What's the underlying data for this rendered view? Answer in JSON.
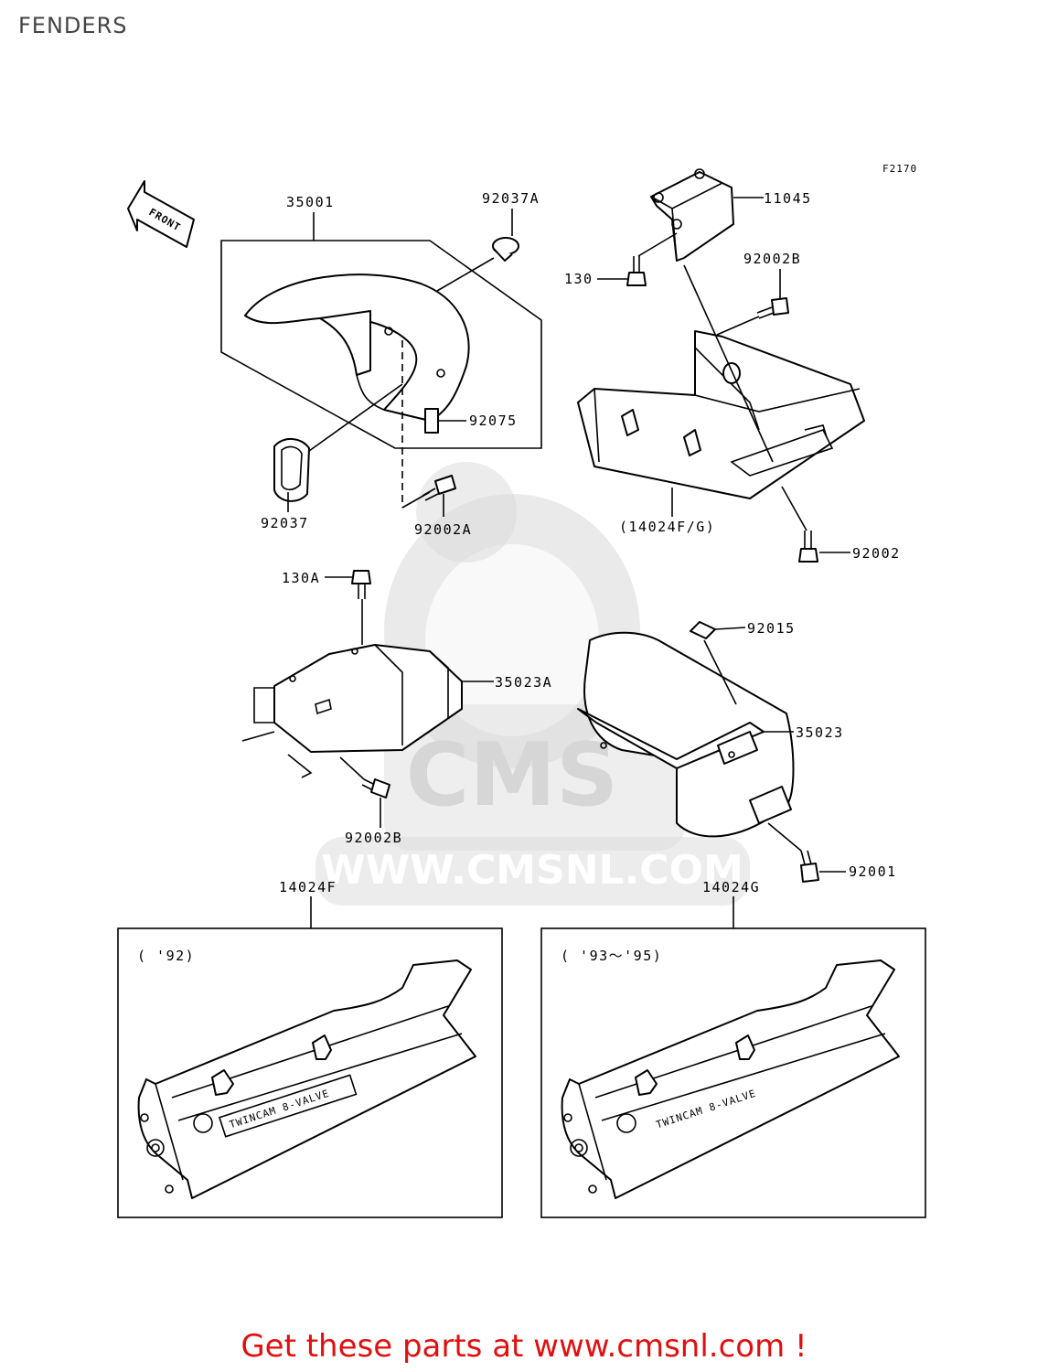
{
  "header": {
    "title": "FENDERS"
  },
  "diagram": {
    "figure_code": "F2170",
    "front_arrow_label": "FRONT",
    "watermark": {
      "logo_text": "CMS",
      "url_text": "WWW.CMSNL.COM"
    },
    "parts": {
      "p35001": "35001",
      "p92037A": "92037A",
      "p92075": "92075",
      "p92037": "92037",
      "p92002A": "92002A",
      "p11045": "11045",
      "p130": "130",
      "p92002B_top": "92002B",
      "p14024FG": "(14024F/G)",
      "p92002": "92002",
      "p130A": "130A",
      "p35023A": "35023A",
      "p92002B_bottom": "92002B",
      "p92015": "92015",
      "p35023": "35023",
      "p92001": "92001",
      "p14024F": "14024F",
      "p14024G": "14024G"
    },
    "variants": {
      "left_year": "( '92)",
      "right_year": "( '93～'95)",
      "decal_text": "TWINCAM 8-VALVE"
    }
  },
  "footer": {
    "promo": "Get these parts at www.cmsnl.com !"
  },
  "colors": {
    "promo": "#e01010",
    "line": "#000000",
    "watermark": "#d9d9d9"
  }
}
